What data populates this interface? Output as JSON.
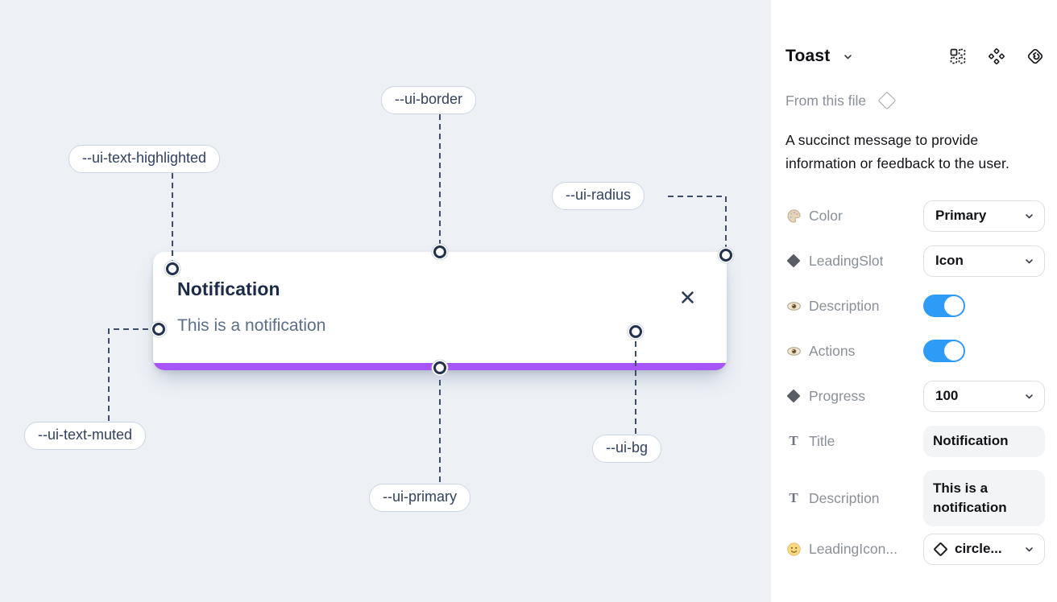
{
  "canvas": {
    "toast": {
      "title": "Notification",
      "description": "This is a notification",
      "close_icon": "x-icon",
      "progress_bar_color": "#a855f7"
    },
    "annotations": [
      {
        "label": "--ui-text-highlighted"
      },
      {
        "label": "--ui-border"
      },
      {
        "label": "--ui-radius"
      },
      {
        "label": "--ui-text-muted"
      },
      {
        "label": "--ui-primary"
      },
      {
        "label": "--ui-bg"
      }
    ],
    "colors": {
      "background": "#edf1f6",
      "connector_line": "#3e4e69",
      "chip_text": "#32425f"
    }
  },
  "panel": {
    "title": "Toast",
    "title_chevron": "chevron-down-icon",
    "header_icons": [
      "component-properties-icon",
      "component-icon",
      "swap-instance-icon"
    ],
    "source_label": "From this file",
    "source_icon": "diamond-outline-icon",
    "description": "A succinct message to provide information or feedback to the user.",
    "properties": [
      {
        "icon": "palette-icon",
        "label": "Color",
        "control": "dropdown",
        "value": "Primary"
      },
      {
        "icon": "diamond-icon",
        "label": "LeadingSlot",
        "control": "dropdown",
        "value": "Icon"
      },
      {
        "icon": "eye-icon",
        "label": "Description",
        "control": "toggle",
        "value": true
      },
      {
        "icon": "eye-icon",
        "label": "Actions",
        "control": "toggle",
        "value": true
      },
      {
        "icon": "diamond-icon",
        "label": "Progress",
        "control": "dropdown",
        "value": "100"
      },
      {
        "icon": "text-icon",
        "glyph": "T",
        "label": "Title",
        "control": "text-field",
        "value": "Notification"
      },
      {
        "icon": "text-icon",
        "glyph": "T",
        "label": "Description",
        "control": "text-field",
        "value": "This is a notification"
      },
      {
        "icon": "smiley-icon",
        "label": "LeadingIcon...",
        "control": "dropdown",
        "value_icon": "diamond-outline-icon",
        "value": "circle..."
      }
    ],
    "colors": {
      "toggle_on": "#2e9bf6"
    }
  }
}
